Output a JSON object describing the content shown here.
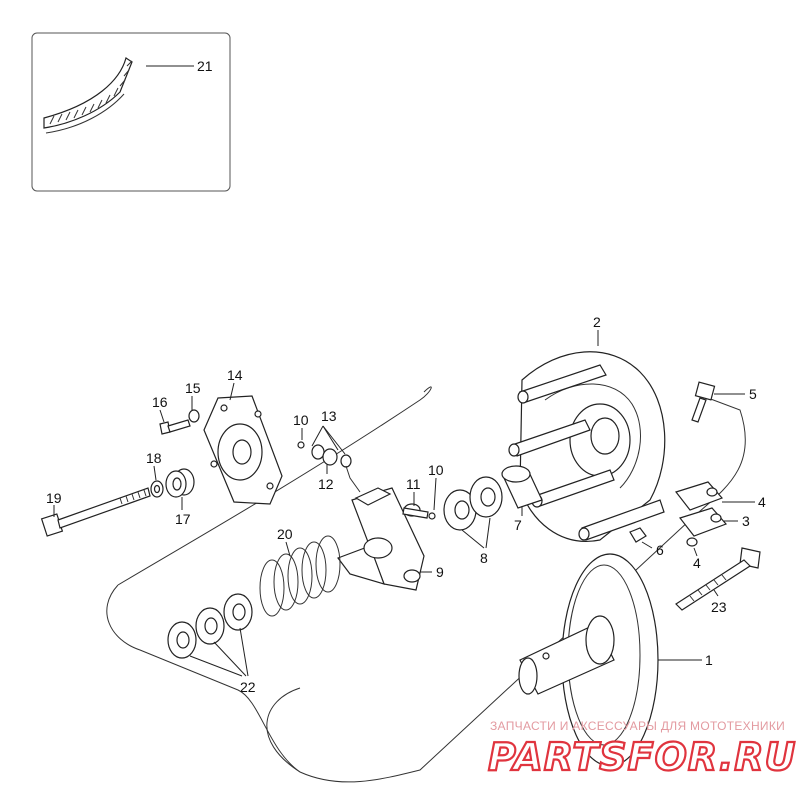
{
  "callouts": {
    "c1": "1",
    "c2": "2",
    "c3": "3",
    "c4a": "4",
    "c4b": "4",
    "c5": "5",
    "c6": "6",
    "c7": "7",
    "c8": "8",
    "c9": "9",
    "c10a": "10",
    "c10b": "10",
    "c11": "11",
    "c12": "12",
    "c13": "13",
    "c14": "14",
    "c15": "15",
    "c16": "16",
    "c17": "17",
    "c18": "18",
    "c19": "19",
    "c20": "20",
    "c21": "21",
    "c22": "22",
    "c23": "23"
  },
  "watermark": {
    "subtitle": "ЗАПЧАСТИ И АКСЕССУАРЫ ДЛЯ МОТОТЕХНИКИ",
    "brand": "PARTSFOR.RU",
    "logo_color": "#e0343e"
  }
}
